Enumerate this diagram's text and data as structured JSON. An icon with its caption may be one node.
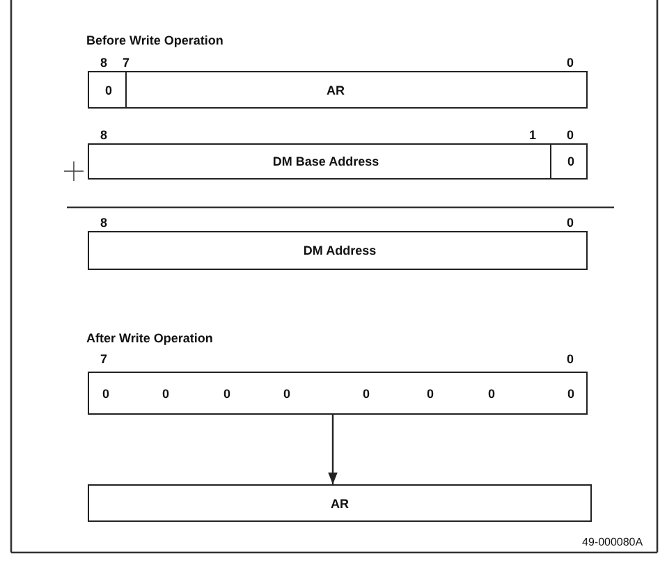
{
  "diagram": {
    "nodes": [
      {
        "text": [
          "0"
        ]
      },
      {
        "text": [
          "AR"
        ]
      },
      {
        "text": [
          "DM Base Address"
        ]
      },
      {
        "text": [
          "0"
        ]
      },
      {
        "text": [
          "DM Address"
        ]
      },
      {
        "text": [
          "0",
          "0",
          "0",
          "0",
          "0",
          "0",
          "0",
          "0"
        ]
      },
      {
        "text": [
          "AR"
        ]
      }
    ],
    "edges": [
      {
        "from": 5,
        "to": 6,
        "arrow": "to"
      }
    ],
    "labels": [
      "Before Write Operation",
      "8",
      "7",
      "0",
      "8",
      "1",
      "0",
      "8",
      "0",
      "After Write Operation",
      "7",
      "0",
      "49-000080A"
    ]
  }
}
